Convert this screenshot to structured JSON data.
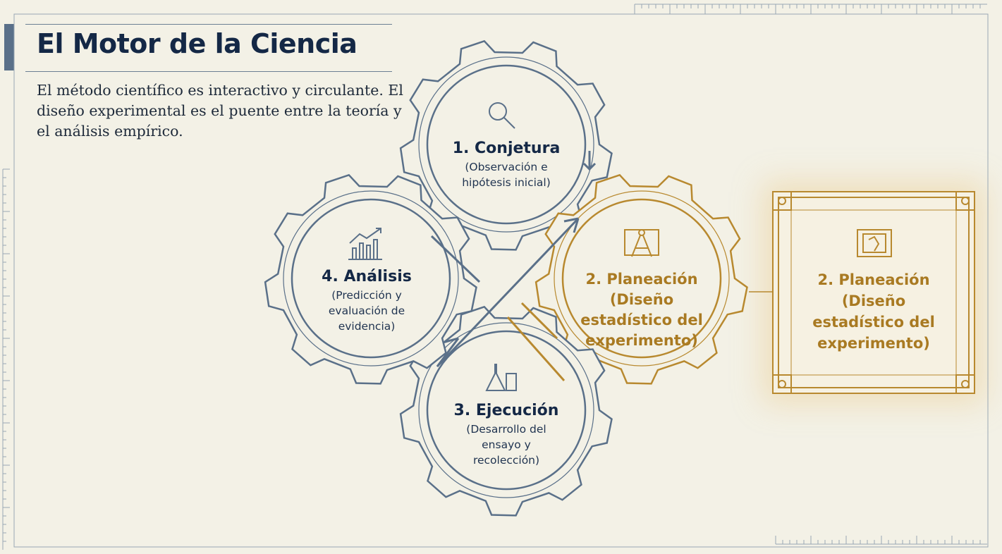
{
  "title": "El Motor de la Ciencia",
  "subtitle": "El método científico es interactivo y circulante. El diseño experimental es el puente entre la teoría y el análisis empírico.",
  "steps": [
    {
      "heading": "1. Conjetura",
      "description": "(Observación e hipótesis inicial)",
      "icon": "magnifier-icon"
    },
    {
      "heading": "2. Planeación",
      "description": "(Diseño estadístico del experimento)",
      "icon": "drafting-compass-icon"
    },
    {
      "heading": "3. Ejecución",
      "description": "(Desarrollo del ensayo y recolección)",
      "icon": "lab-flask-icon"
    },
    {
      "heading": "4. Análisis",
      "description": "(Predicción y evaluación de evidencia)",
      "icon": "bar-chart-icon"
    }
  ],
  "highlight": {
    "heading": "2. Planeación",
    "description": "(Diseño estadístico del experimento)",
    "icon": "blueprint-icon"
  },
  "colors": {
    "navy": "#142846",
    "steel": "#5a7089",
    "gold": "#b8892f",
    "background": "#f3f1e6"
  }
}
